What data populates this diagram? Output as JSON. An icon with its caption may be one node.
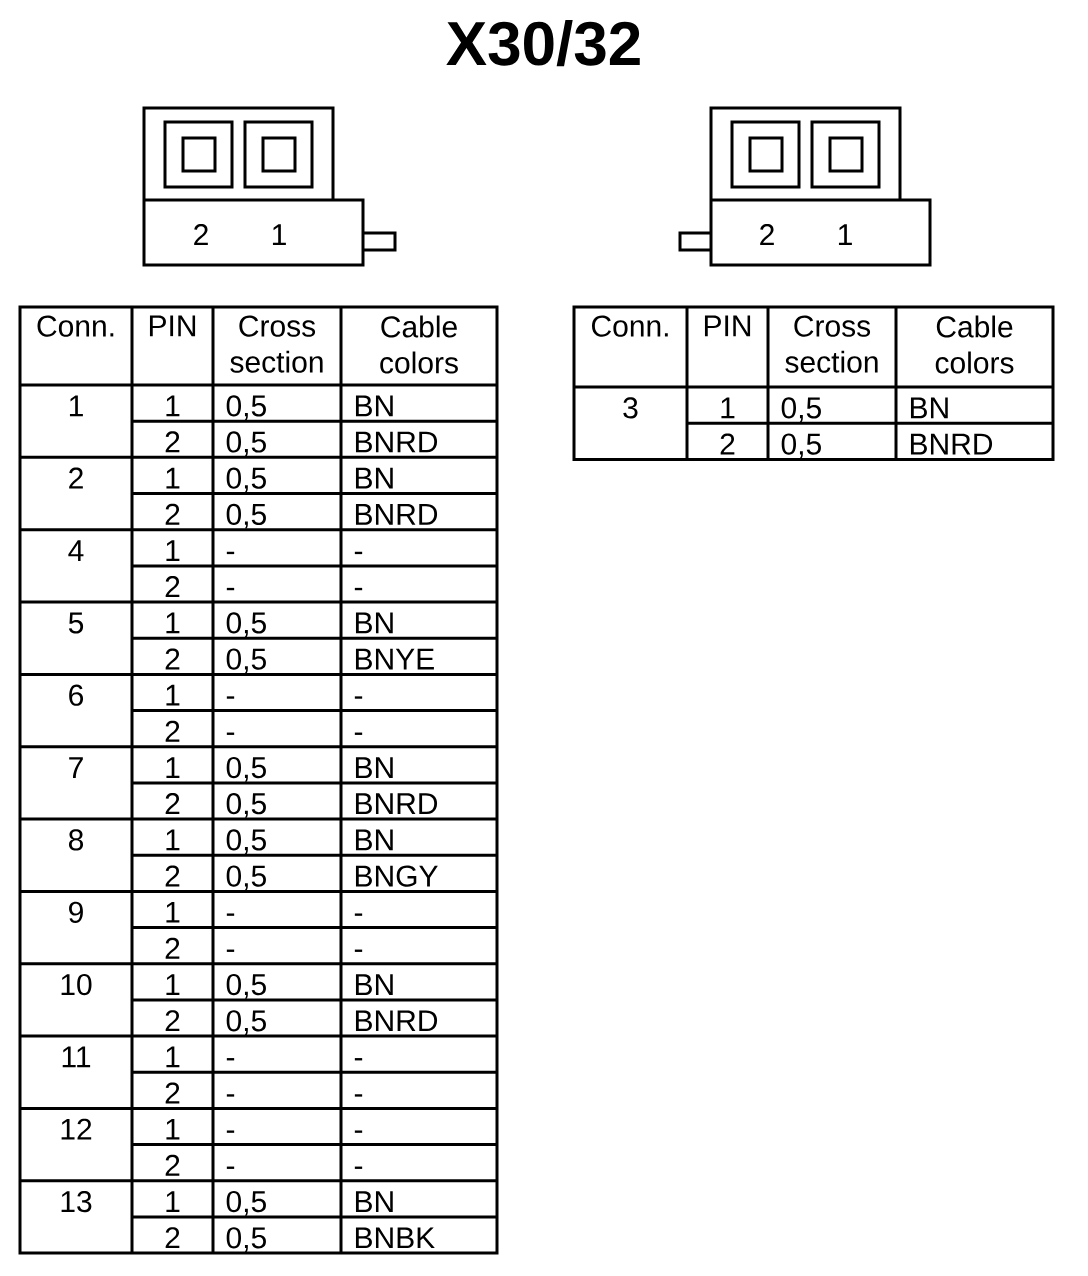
{
  "diagram": {
    "title": "X30/32",
    "labels": [
      "2",
      "1",
      "2",
      "1",
      "Conn.",
      "PIN",
      "Cross section",
      "Cable colors",
      "1",
      "1",
      "0,5",
      "BN",
      "2",
      "0,5",
      "BNRD",
      "2",
      "1",
      "0,5",
      "BN",
      "2",
      "0,5",
      "BNRD",
      "4",
      "1",
      "-",
      "-",
      "2",
      "-",
      "-",
      "5",
      "1",
      "0,5",
      "BN",
      "2",
      "0,5",
      "BNYE",
      "6",
      "1",
      "-",
      "-",
      "2",
      "-",
      "-",
      "7",
      "1",
      "0,5",
      "BN",
      "2",
      "0,5",
      "BNRD",
      "8",
      "1",
      "0,5",
      "BN",
      "2",
      "0,5",
      "BNGY",
      "9",
      "1",
      "-",
      "-",
      "2",
      "-",
      "-",
      "10",
      "1",
      "0,5",
      "BN",
      "2",
      "0,5",
      "BNRD",
      "11",
      "1",
      "-",
      "-",
      "2",
      "-",
      "-",
      "12",
      "1",
      "-",
      "-",
      "2",
      "-",
      "-",
      "13",
      "1",
      "0,5",
      "BN",
      "2",
      "0,5",
      "BNBK",
      "Conn.",
      "PIN",
      "Cross section",
      "Cable colors",
      "3",
      "1",
      "0,5",
      "BN",
      "2",
      "0,5",
      "BNRD"
    ]
  }
}
